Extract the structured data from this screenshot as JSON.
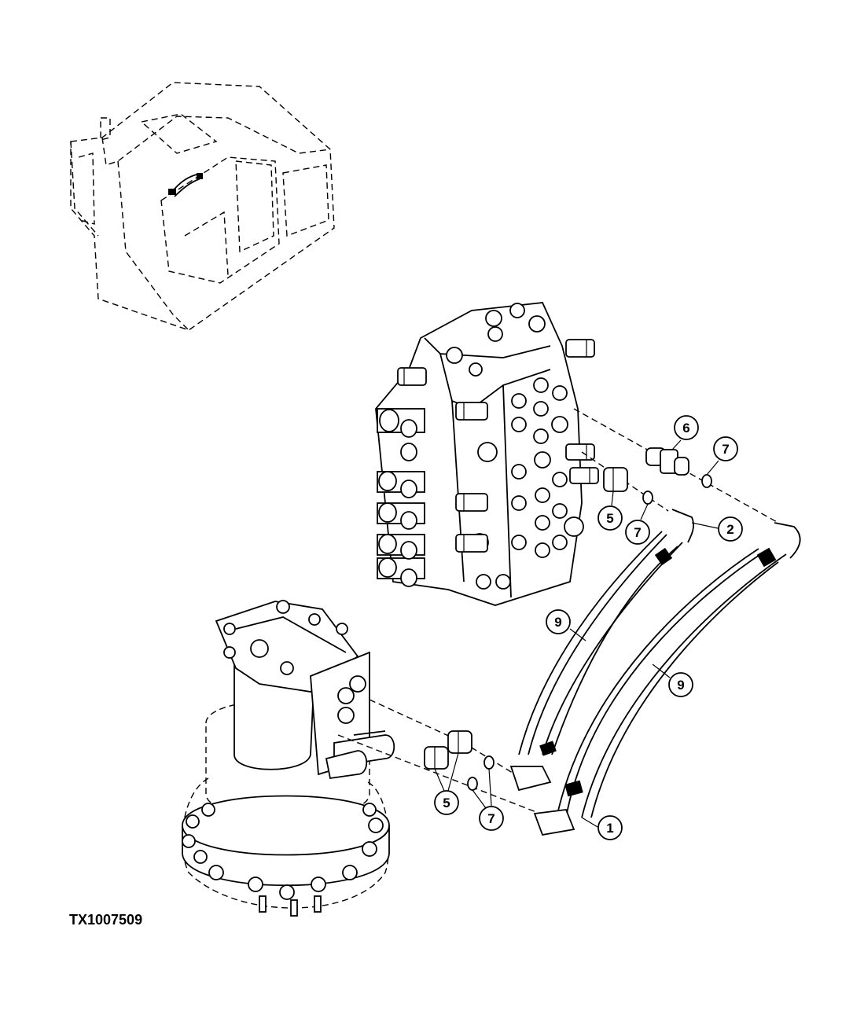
{
  "callouts": [
    {
      "id": "c1",
      "label": "1"
    },
    {
      "id": "c2",
      "label": "2"
    },
    {
      "id": "c5a",
      "label": "5"
    },
    {
      "id": "c5b",
      "label": "5"
    },
    {
      "id": "c6",
      "label": "6"
    },
    {
      "id": "c7a",
      "label": "7"
    },
    {
      "id": "c7b",
      "label": "7"
    },
    {
      "id": "c7c",
      "label": "7"
    },
    {
      "id": "c9a",
      "label": "9"
    },
    {
      "id": "c9b",
      "label": "9"
    }
  ],
  "figure_id": "TX1007509"
}
